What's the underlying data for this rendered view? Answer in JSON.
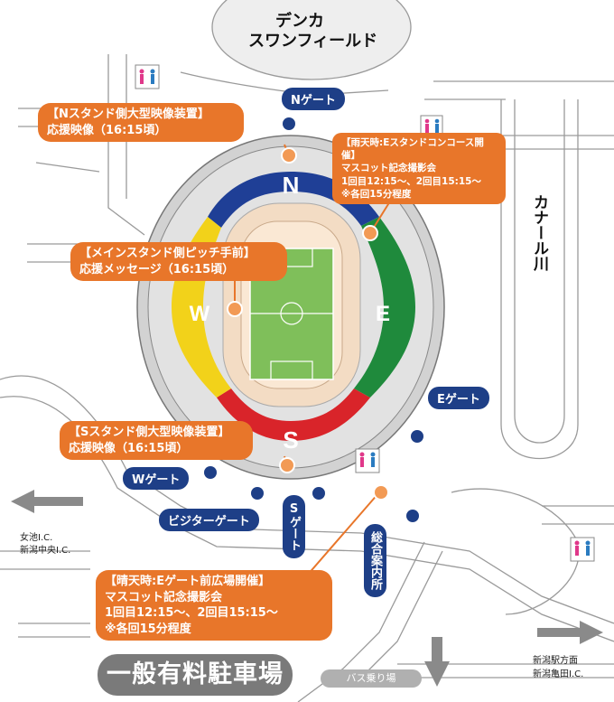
{
  "venue": {
    "line1": "デンカ",
    "line2": "スワンフィールド"
  },
  "river": "カナール川",
  "stands": {
    "north": "N",
    "south": "S",
    "east": "E",
    "west": "W"
  },
  "gates": {
    "north": "Nゲート",
    "east": "Eゲート",
    "west": "Wゲート",
    "visitor": "ビジターゲート",
    "south": "Sゲート",
    "info": "総合案内所"
  },
  "callouts": {
    "n_screen": {
      "title": "【Nスタンド側大型映像装置】",
      "line1": "応援映像（16:15頃）"
    },
    "main_pitch": {
      "title": "【メインスタンド側ピッチ手前】",
      "line1": "応援メッセージ（16:15頃）"
    },
    "s_screen": {
      "title": "【Sスタンド側大型映像装置】",
      "line1": "応援映像（16:15頃）"
    },
    "rain": {
      "title": "【雨天時:Eスタンドコンコース開催】",
      "line1": "マスコット記念撮影会",
      "line2": "1回目12:15～、2回目15:15～",
      "line3": "※各回15分程度"
    },
    "fine": {
      "title": "【晴天時:Eゲート前広場開催】",
      "line1": "マスコット記念撮影会",
      "line2": "1回目12:15～、2回目15:15～",
      "line3": "※各回15分程度"
    }
  },
  "directions": {
    "west_line1": "女池I.C.",
    "west_line2": "新潟中央I.C.",
    "east_line1": "新潟駅方面",
    "east_line2": "新潟亀田I.C."
  },
  "parking": "一般有料駐車場",
  "bus": "バス乗り場",
  "colors": {
    "north": "#1f3f96",
    "east": "#1f8a3c",
    "south": "#d9242a",
    "west": "#f2d21a",
    "callout": "#e8762a",
    "gate": "#1e3f87"
  },
  "icons": [
    "restroom-icon",
    "location-marker-icon",
    "arrow-icon"
  ]
}
